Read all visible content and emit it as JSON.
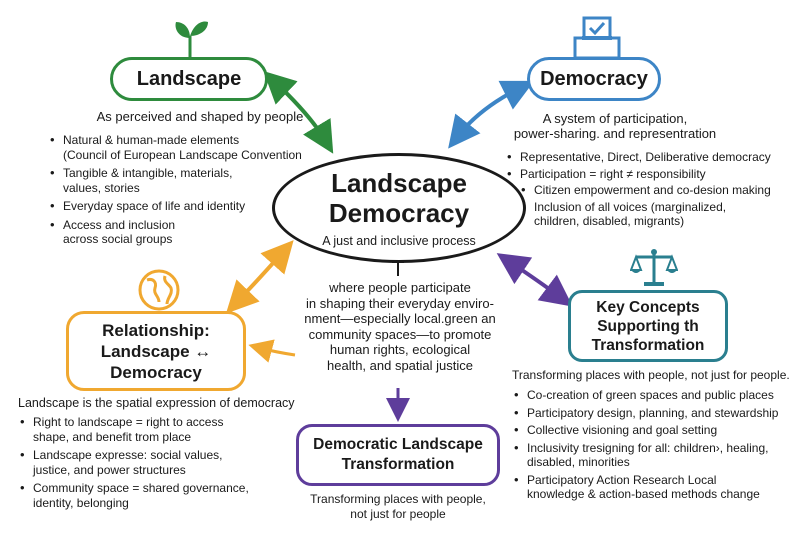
{
  "center": {
    "title_line1": "Landscape",
    "title_line2": "Democracy",
    "subtitle": "A just and inclusive process",
    "text_lines": [
      "where people participate",
      "in shaping their everyday enviro-",
      "nment—especially local.green an",
      "community spaces—to promote",
      "human rights, ecological",
      "health, and spatial justice"
    ]
  },
  "landscape": {
    "title": "Landscape",
    "desc": "As perceived and shaped by people",
    "bullets": [
      [
        "Natural & human-made elements",
        "(Council of European Landscape Convention"
      ],
      [
        "Tangible & intangible, materials,",
        "values, stories"
      ],
      [
        "Everyday space of life and identity"
      ],
      [
        "Access and inclusion",
        "across social groups"
      ]
    ]
  },
  "democracy": {
    "title": "Democracy",
    "desc_line1": "A system of participation,",
    "desc_line2": "power-sharing. and representration",
    "bullets": [
      [
        "Representative, Direct, Deliberative democracy"
      ],
      [
        "Participation = right ≠ responsibility"
      ],
      [
        "Citizen empowerment and co-desion making"
      ],
      [
        "Inclusion of all voices (marginalized,",
        "children, disabled, migrants)"
      ]
    ]
  },
  "relationship": {
    "title_line1": "Relationship:",
    "title_line2": "Landscape ↔",
    "title_line3": "Democracy",
    "desc": "Landscape is the spatial expression of democracy",
    "bullets": [
      [
        "Right to landscape = right to access",
        "shape, and benefit trom place"
      ],
      [
        "Landscape expresse: social values,",
        "justice, and power structures"
      ],
      [
        "Community space = shared governance,",
        "identity, belonging"
      ]
    ]
  },
  "key_concepts": {
    "title_line1": "Key Concepts",
    "title_line2": "Supporting th",
    "title_line3": "Transformation",
    "desc": "Transforming places with people, not just for people.",
    "bullets": [
      [
        "Co-creation of green spaces and public places"
      ],
      [
        "Participatory design, planning, and stewardship"
      ],
      [
        "Collective visioning and goal setting"
      ],
      [
        "Inclusivity tresigning for all: children›, healing,",
        "disabled, minorities"
      ],
      [
        "Participatory Action Research Local",
        "knowledge & action-based methods change"
      ]
    ]
  },
  "transformation": {
    "title_line1": "Democratic Landscape",
    "title_line2": "Transformation",
    "desc_line1": "Transforming places with people,",
    "desc_line2": "not just for people"
  },
  "icons": {
    "landscape": "sprout-icon",
    "democracy": "ballot-box-icon",
    "relationship": "globe-icon",
    "key_concepts": "scales-icon"
  },
  "colors": {
    "landscape": "#2e8b3d",
    "democracy": "#3d85c6",
    "relationship": "#f0a830",
    "key_concepts": "#2a7f8f",
    "transformation": "#5e3d9b",
    "center": "#1a1a1a"
  }
}
